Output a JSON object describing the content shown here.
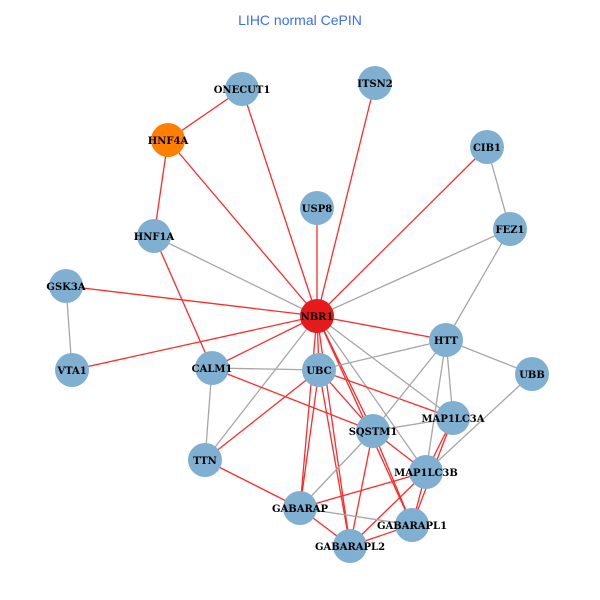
{
  "title": "LIHC normal CePIN",
  "colors": {
    "default_node": "#7fb0d2",
    "hub_node": "#e41a1c",
    "highlight_node": "#ff7f00",
    "red_edge": "#ff2a2a",
    "grey_edge": "#a6a6a6"
  },
  "nodes": [
    {
      "id": "NBR1",
      "type": "hub"
    },
    {
      "id": "ONECUT1",
      "type": "default"
    },
    {
      "id": "ITSN2",
      "type": "default"
    },
    {
      "id": "HNF4A",
      "type": "highlight"
    },
    {
      "id": "CIB1",
      "type": "default"
    },
    {
      "id": "USP8",
      "type": "default"
    },
    {
      "id": "FEZ1",
      "type": "default"
    },
    {
      "id": "HNF1A",
      "type": "default"
    },
    {
      "id": "GSK3A",
      "type": "default"
    },
    {
      "id": "VTA1",
      "type": "default"
    },
    {
      "id": "HTT",
      "type": "default"
    },
    {
      "id": "CALM1",
      "type": "default"
    },
    {
      "id": "UBC",
      "type": "default"
    },
    {
      "id": "UBB",
      "type": "default"
    },
    {
      "id": "MAP1LC3A",
      "type": "default"
    },
    {
      "id": "SQSTM1",
      "type": "default"
    },
    {
      "id": "TTN",
      "type": "default"
    },
    {
      "id": "MAP1LC3B",
      "type": "default"
    },
    {
      "id": "GABARAP",
      "type": "default"
    },
    {
      "id": "GABARAPL1",
      "type": "default"
    },
    {
      "id": "GABARAPL2",
      "type": "default"
    }
  ],
  "edges": [
    [
      "ONECUT1",
      "HNF4A",
      "red"
    ],
    [
      "ONECUT1",
      "NBR1",
      "red"
    ],
    [
      "ITSN2",
      "NBR1",
      "red"
    ],
    [
      "HNF4A",
      "HNF1A",
      "red"
    ],
    [
      "HNF4A",
      "NBR1",
      "red"
    ],
    [
      "CIB1",
      "NBR1",
      "red"
    ],
    [
      "CIB1",
      "FEZ1",
      "grey"
    ],
    [
      "USP8",
      "NBR1",
      "red"
    ],
    [
      "FEZ1",
      "NBR1",
      "grey"
    ],
    [
      "FEZ1",
      "HTT",
      "grey"
    ],
    [
      "HNF1A",
      "NBR1",
      "grey"
    ],
    [
      "HNF1A",
      "CALM1",
      "red"
    ],
    [
      "GSK3A",
      "NBR1",
      "red"
    ],
    [
      "GSK3A",
      "VTA1",
      "grey"
    ],
    [
      "VTA1",
      "NBR1",
      "red"
    ],
    [
      "NBR1",
      "CALM1",
      "red"
    ],
    [
      "NBR1",
      "UBC",
      "red"
    ],
    [
      "NBR1",
      "HTT",
      "red"
    ],
    [
      "NBR1",
      "TTN",
      "grey"
    ],
    [
      "NBR1",
      "SQSTM1",
      "red"
    ],
    [
      "NBR1",
      "MAP1LC3A",
      "grey"
    ],
    [
      "NBR1",
      "MAP1LC3B",
      "grey"
    ],
    [
      "NBR1",
      "GABARAPL1",
      "red"
    ],
    [
      "NBR1",
      "GABARAP",
      "red"
    ],
    [
      "NBR1",
      "GABARAPL2",
      "red"
    ],
    [
      "CALM1",
      "UBC",
      "grey"
    ],
    [
      "CALM1",
      "TTN",
      "grey"
    ],
    [
      "CALM1",
      "SQSTM1",
      "red"
    ],
    [
      "UBC",
      "TTN",
      "red"
    ],
    [
      "UBC",
      "GABARAP",
      "red"
    ],
    [
      "UBC",
      "GABARAPL2",
      "red"
    ],
    [
      "UBC",
      "SQSTM1",
      "red"
    ],
    [
      "UBC",
      "MAP1LC3A",
      "red"
    ],
    [
      "UBC",
      "HTT",
      "grey"
    ],
    [
      "HTT",
      "UBB",
      "grey"
    ],
    [
      "HTT",
      "MAP1LC3A",
      "grey"
    ],
    [
      "HTT",
      "MAP1LC3B",
      "grey"
    ],
    [
      "HTT",
      "SQSTM1",
      "grey"
    ],
    [
      "UBB",
      "MAP1LC3B",
      "grey"
    ],
    [
      "SQSTM1",
      "MAP1LC3A",
      "grey"
    ],
    [
      "SQSTM1",
      "MAP1LC3B",
      "red"
    ],
    [
      "SQSTM1",
      "GABARAP",
      "grey"
    ],
    [
      "SQSTM1",
      "GABARAPL2",
      "red"
    ],
    [
      "SQSTM1",
      "GABARAPL1",
      "red"
    ],
    [
      "MAP1LC3A",
      "MAP1LC3B",
      "red"
    ],
    [
      "MAP1LC3A",
      "GABARAPL1",
      "red"
    ],
    [
      "MAP1LC3B",
      "GABARAP",
      "red"
    ],
    [
      "MAP1LC3B",
      "GABARAPL2",
      "red"
    ],
    [
      "MAP1LC3B",
      "GABARAPL1",
      "red"
    ],
    [
      "GABARAP",
      "GABARAPL1",
      "grey"
    ],
    [
      "GABARAP",
      "GABARAPL2",
      "red"
    ],
    [
      "GABARAPL1",
      "GABARAPL2",
      "red"
    ],
    [
      "TTN",
      "GABARAP",
      "red"
    ]
  ]
}
